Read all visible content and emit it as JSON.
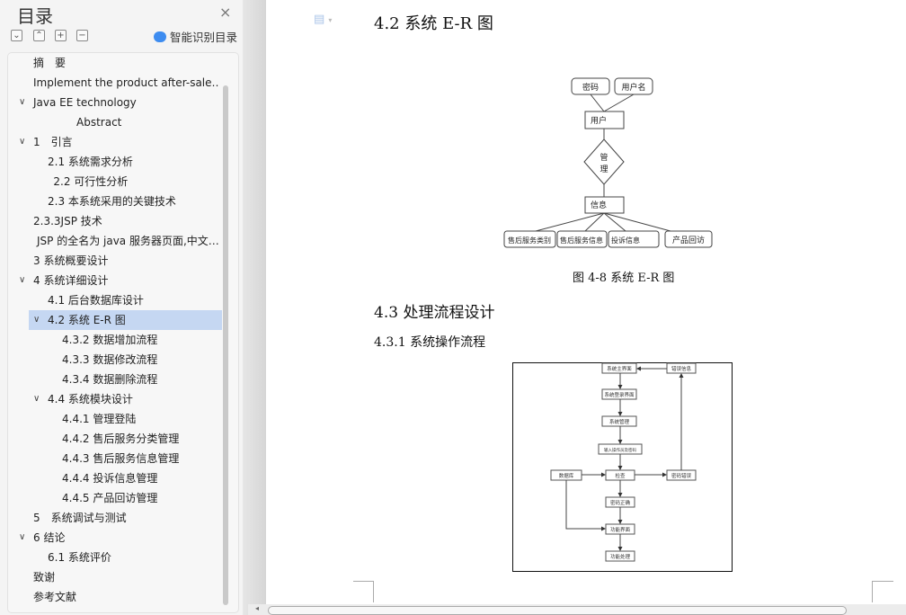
{
  "sidebar": {
    "title": "目录",
    "close": "×",
    "smart_label": "智能识别目录",
    "tools": [
      "expand",
      "collapse",
      "add",
      "remove"
    ],
    "items": [
      {
        "label": "摘　要",
        "level": 0,
        "chev": false
      },
      {
        "label": "Implement the product after-sale…",
        "level": 0,
        "chev": false
      },
      {
        "label": "Java EE technology",
        "level": 0,
        "chev": true
      },
      {
        "label": "Abstract",
        "level": 3,
        "chev": false
      },
      {
        "label": "1　引言",
        "level": 0,
        "chev": true
      },
      {
        "label": "2.1  系统需求分析",
        "level": 1,
        "chev": false
      },
      {
        "label": "2.2  可行性分析",
        "level": 1.4,
        "chev": false
      },
      {
        "label": "2.3  本系统采用的关键技术",
        "level": 1,
        "chev": false
      },
      {
        "label": "2.3.3JSP 技术",
        "level": 0,
        "chev": false
      },
      {
        "label": "JSP 的全名为 java 服务器页面,中文…",
        "level": 0.25,
        "chev": false
      },
      {
        "label": "3  系统概要设计",
        "level": 0,
        "chev": false
      },
      {
        "label": "4  系统详细设计",
        "level": 0,
        "chev": true
      },
      {
        "label": "4.1  后台数据库设计",
        "level": 1,
        "chev": false
      },
      {
        "label": "4.2  系统 E-R 图",
        "level": 1,
        "chev": true,
        "selected": true
      },
      {
        "label": "4.3.2  数据增加流程",
        "level": 2,
        "chev": false
      },
      {
        "label": "4.3.3  数据修改流程",
        "level": 2,
        "chev": false
      },
      {
        "label": "4.3.4  数据删除流程",
        "level": 2,
        "chev": false
      },
      {
        "label": "4.4  系统模块设计",
        "level": 1,
        "chev": true
      },
      {
        "label": "4.4.1 管理登陆",
        "level": 2,
        "chev": false
      },
      {
        "label": "4.4.2  售后服务分类管理",
        "level": 2,
        "chev": false
      },
      {
        "label": "4.4.3  售后服务信息管理",
        "level": 2,
        "chev": false
      },
      {
        "label": "4.4.4  投诉信息管理",
        "level": 2,
        "chev": false
      },
      {
        "label": "4.4.5  产品回访管理",
        "level": 2,
        "chev": false
      },
      {
        "label": "5　系统调试与测试",
        "level": 0,
        "chev": false
      },
      {
        "label": "6  结论",
        "level": 0,
        "chev": true
      },
      {
        "label": "6.1 系统评价",
        "level": 1,
        "chev": false
      },
      {
        "label": "致谢",
        "level": 0,
        "chev": false
      },
      {
        "label": "参考文献",
        "level": 0,
        "chev": false
      }
    ]
  },
  "doc": {
    "h_42": "4.2  系统 E-R 图",
    "caption": "图 4-8 系统 E-R 图",
    "h_43": "4.3  处理流程设计",
    "h_431": "4.3.1  系统操作流程",
    "er": {
      "pwd": "密码",
      "uname": "用户名",
      "user": "用户",
      "manage1": "管",
      "manage2": "理",
      "info": "信息",
      "a1": "售后服务类别",
      "a2": "售后服务信息",
      "a3": "投诉信息",
      "a4": "产品回访"
    },
    "flow": {
      "main": "系统主界面",
      "err": "错误信息",
      "login": "系统登录界面",
      "sys": "系统管理",
      "input": "输入操作员及密码",
      "db": "数据库",
      "check": "检查",
      "pwderr": "密码错误",
      "pwdok": "密码正确",
      "func": "功能界面",
      "proc": "功能处理"
    }
  }
}
